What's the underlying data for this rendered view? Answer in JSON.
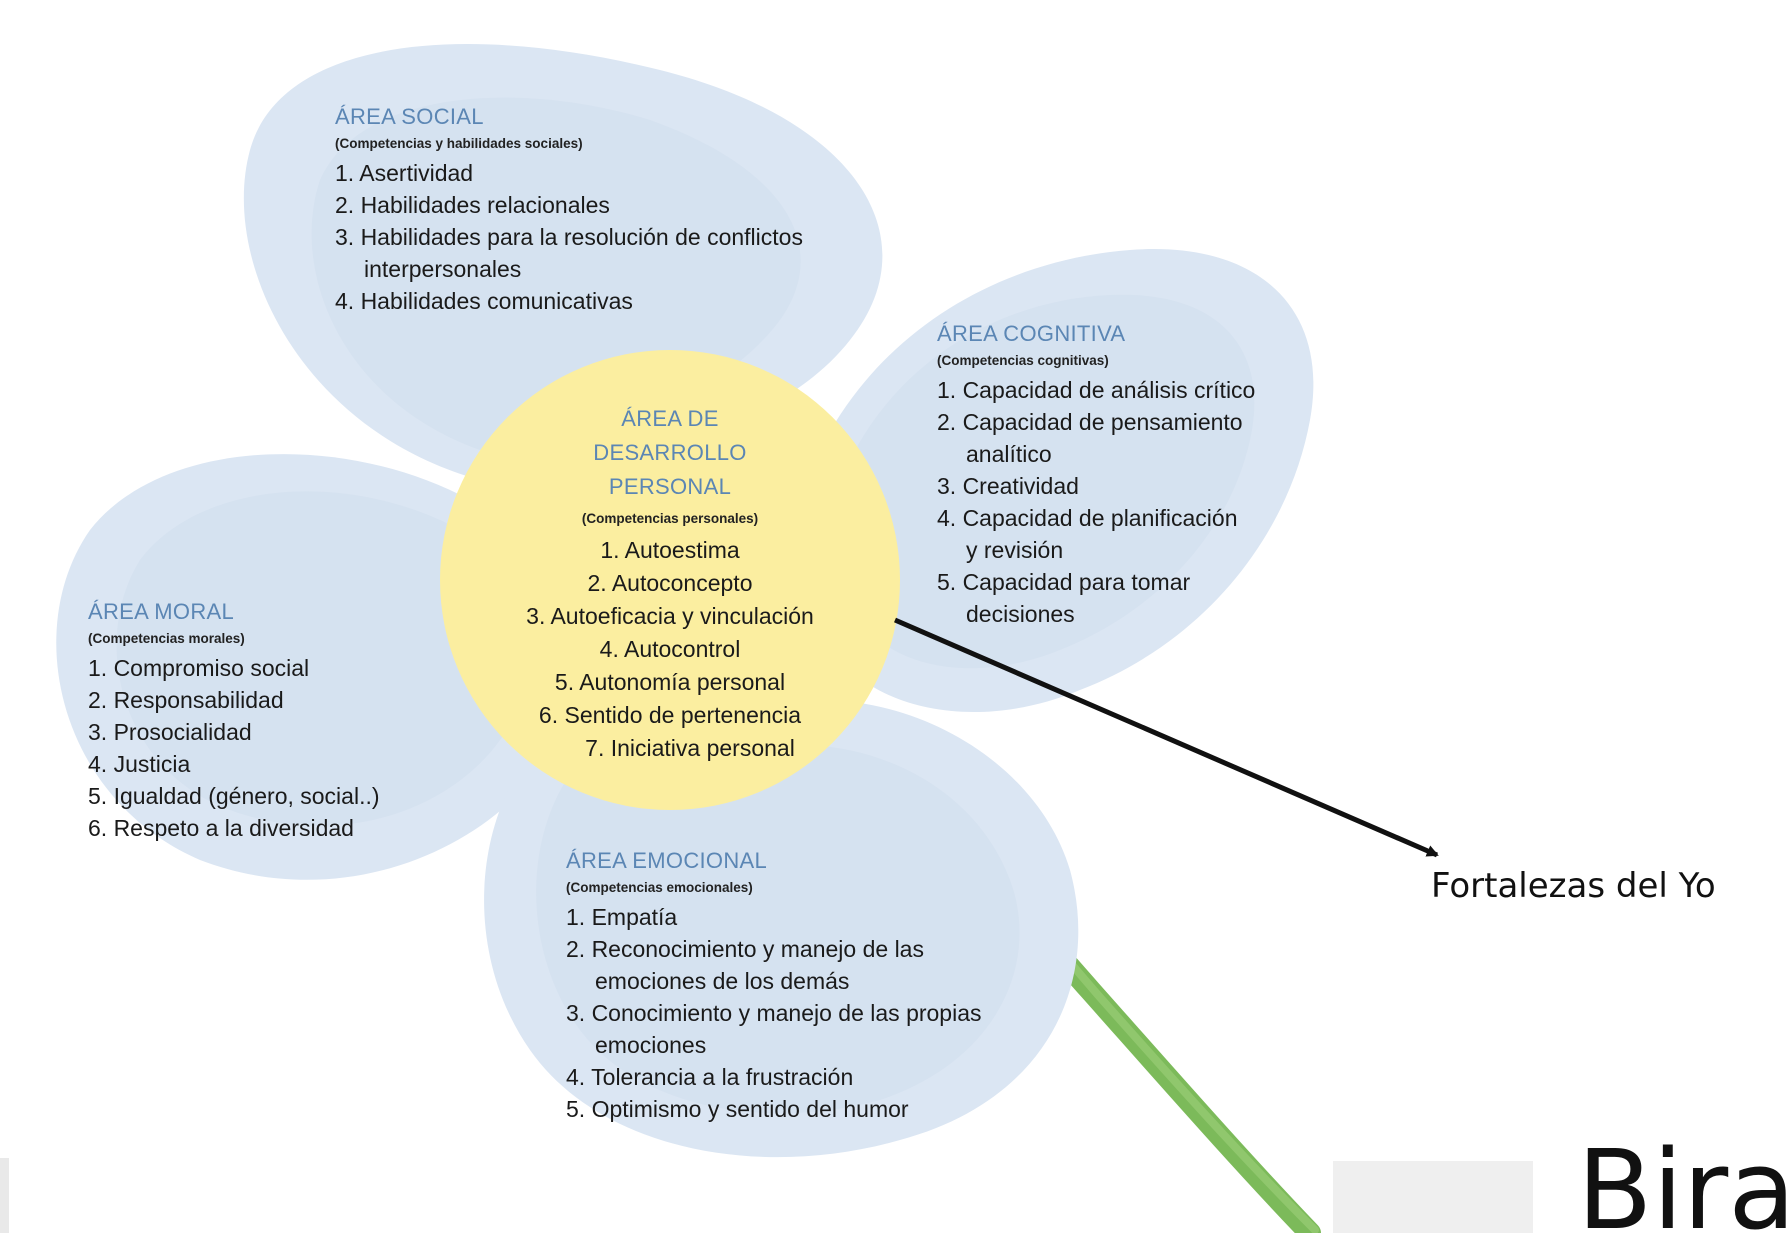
{
  "colors": {
    "petal": "#dbe6f3",
    "petal_inner": "#cbdaeb",
    "center": "#fbeea0",
    "stem": "#7cba5a",
    "area_title": "#5b86b4",
    "text": "#1a1a1a"
  },
  "social": {
    "title": "ÁREA SOCIAL",
    "subtitle": "(Competencias y habilidades sociales)",
    "items": [
      "1. Asertividad",
      "2. Habilidades relacionales",
      "3. Habilidades para la resolución de conflictos interpersonales",
      "4. Habilidades comunicativas"
    ],
    "item3_line1": "3. Habilidades para la resolución de conflictos",
    "item3_line2": "interpersonales"
  },
  "cognitiva": {
    "title": "ÁREA COGNITIVA",
    "subtitle": "(Competencias cognitivas)",
    "items": [
      "1. Capacidad de análisis crítico",
      "2. Capacidad de pensamiento analítico",
      "3. Creatividad",
      "4. Capacidad de planificación y revisión",
      "5. Capacidad para tomar decisiones"
    ],
    "lines": {
      "i1": "1. Capacidad de análisis crítico",
      "i2a": "2. Capacidad de pensamiento",
      "i2b": "analítico",
      "i3": "3. Creatividad",
      "i4a": "4. Capacidad de planificación",
      "i4b": "y revisión",
      "i5a": "5. Capacidad para tomar",
      "i5b": "decisiones"
    }
  },
  "personal": {
    "title_lines": [
      "ÁREA DE",
      "DESARROLLO",
      "PERSONAL"
    ],
    "subtitle": "(Competencias personales)",
    "items": [
      "1. Autoestima",
      "2. Autoconcepto",
      "3. Autoeficacia y vinculación",
      "4. Autocontrol",
      "5. Autonomía personal",
      "6. Sentido de pertenencia",
      "7. Iniciativa personal"
    ]
  },
  "moral": {
    "title": "ÁREA MORAL",
    "subtitle": "(Competencias morales)",
    "items": [
      "1. Compromiso social",
      "2. Responsabilidad",
      "3. Prosocialidad",
      "4. Justicia",
      "5. Igualdad (género, social..)",
      "6. Respeto a la diversidad"
    ]
  },
  "emocional": {
    "title": "ÁREA EMOCIONAL",
    "subtitle": "(Competencias emocionales)",
    "items": [
      "1. Empatía",
      "2. Reconocimiento y manejo de las emociones de los demás",
      "3. Conocimiento y manejo de las propias emociones",
      "4. Tolerancia a la frustración",
      "5. Optimismo y sentido del humor"
    ],
    "lines": {
      "i1": "1. Empatía",
      "i2a": "2. Reconocimiento y manejo de las",
      "i2b": "emociones de los demás",
      "i3a": "3. Conocimiento y manejo de las propias",
      "i3b": "emociones",
      "i4": "4. Tolerancia a la frustración",
      "i5": "5. Optimismo y sentido del humor"
    }
  },
  "annotation": {
    "label": "Fortalezas del Yo"
  },
  "corner_text": "Bira"
}
